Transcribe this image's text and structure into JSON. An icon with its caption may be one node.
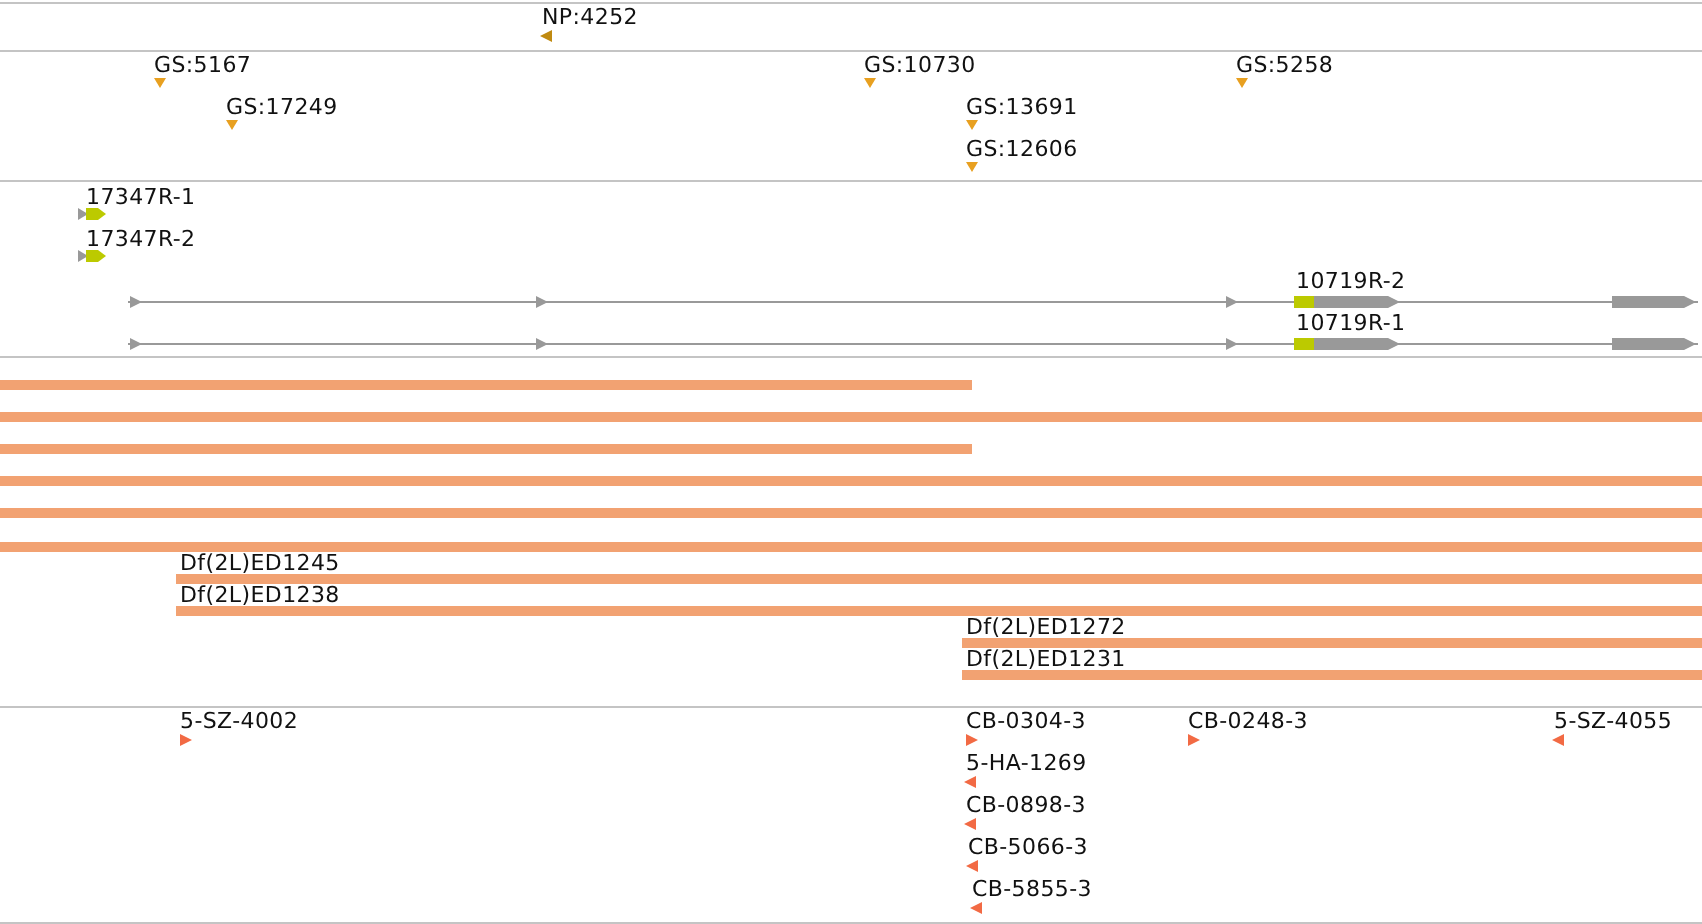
{
  "diagram": {
    "labels": [
      "NP:4252",
      "GS:5167",
      "GS:10730",
      "GS:5258",
      "GS:17249",
      "GS:13691",
      "GS:12606",
      "17347R-1",
      "17347R-2",
      "10719R-2",
      "10719R-1",
      "Df(2L)ED1245",
      "Df(2L)ED1238",
      "Df(2L)ED1272",
      "Df(2L)ED1231",
      "5-SZ-4002",
      "CB-0304-3",
      "CB-0248-3",
      "5-SZ-4055",
      "5-HA-1269",
      "CB-0898-3",
      "CB-5066-3",
      "CB-5855-3"
    ]
  }
}
